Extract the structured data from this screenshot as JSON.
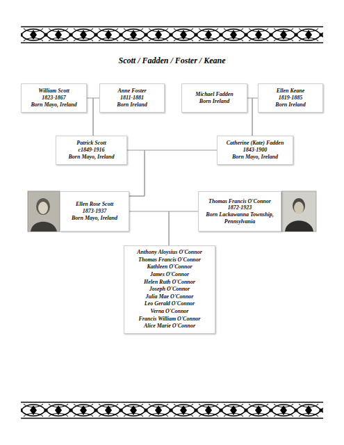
{
  "diagram": {
    "title": "Scott / Fadden / Foster / Keane",
    "nodes": [
      {
        "text": [
          "William Scott",
          "1823-1867",
          "Born Mayo, Ireland"
        ]
      },
      {
        "text": [
          "Anne Foster",
          "1811-1881",
          "Born Ireland"
        ]
      },
      {
        "text": [
          "Michael Fadden",
          "Born Ireland"
        ]
      },
      {
        "text": [
          "Ellen Keane",
          "1819-1885",
          "Born Ireland"
        ]
      },
      {
        "text": [
          "Patrick Scott",
          "c1849-1916",
          "Born Mayo, Ireland"
        ]
      },
      {
        "text": [
          "Catherine (Kate) Fadden",
          "1843-1900",
          "Born Mayo, Ireland"
        ]
      },
      {
        "text": [
          "Ellen Rose Scott",
          "1873-1937",
          "Born Mayo, Ireland"
        ]
      },
      {
        "text": [
          "Thomas Francis O'Connor",
          "1872-1923",
          "Born Lackawanna Township, Pennsylvania"
        ]
      },
      {
        "text": [
          "Anthony Aloysius O'Connor",
          "Thomas Francis O'Connor",
          "Kathleen O'Connor",
          "James O'Connor",
          "Helen Ruth O'Connor",
          "Joseph O'Connor",
          "Julia Mae O'Connor",
          "Leo Gerald O'Connor",
          "Verna O'Connor",
          "Francis William O'Connor",
          "Alice Marie O'Connor"
        ]
      }
    ],
    "edges": [
      {
        "from": 0,
        "to": 4,
        "arrow": "none"
      },
      {
        "from": 1,
        "to": 4,
        "arrow": "none"
      },
      {
        "from": 2,
        "to": 5,
        "arrow": "none"
      },
      {
        "from": 3,
        "to": 5,
        "arrow": "none"
      },
      {
        "from": 4,
        "to": 6,
        "arrow": "none"
      },
      {
        "from": 5,
        "to": 6,
        "arrow": "none"
      },
      {
        "from": 6,
        "to": 8,
        "arrow": "none"
      },
      {
        "from": 7,
        "to": 8,
        "arrow": "none"
      }
    ]
  }
}
